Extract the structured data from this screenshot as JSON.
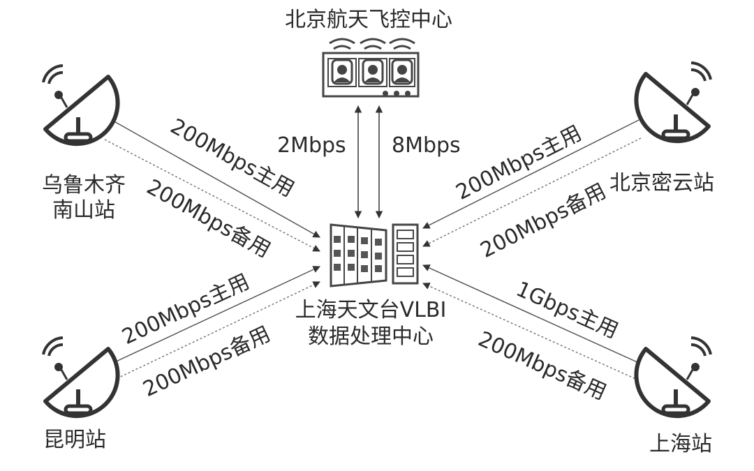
{
  "center": {
    "name_line1": "上海天文台VLBI",
    "name_line2": "数据处理中心"
  },
  "control": {
    "name": "北京航天飞控中心",
    "uplink_rate": "2Mbps",
    "downlink_rate": "8Mbps"
  },
  "stations": {
    "urumqi": {
      "name_line1": "乌鲁木齐",
      "name_line2": "南山站",
      "primary": "200Mbps主用",
      "backup": "200Mbps备用"
    },
    "miyun": {
      "name": "北京密云站",
      "primary": "200Mbps主用",
      "backup": "200Mbps备用"
    },
    "kunming": {
      "name": "昆明站",
      "primary": "200Mbps主用",
      "backup": "200Mbps备用"
    },
    "shanghai": {
      "name": "上海站",
      "primary": "1Gbps主用",
      "backup": "200Mbps备用"
    }
  }
}
